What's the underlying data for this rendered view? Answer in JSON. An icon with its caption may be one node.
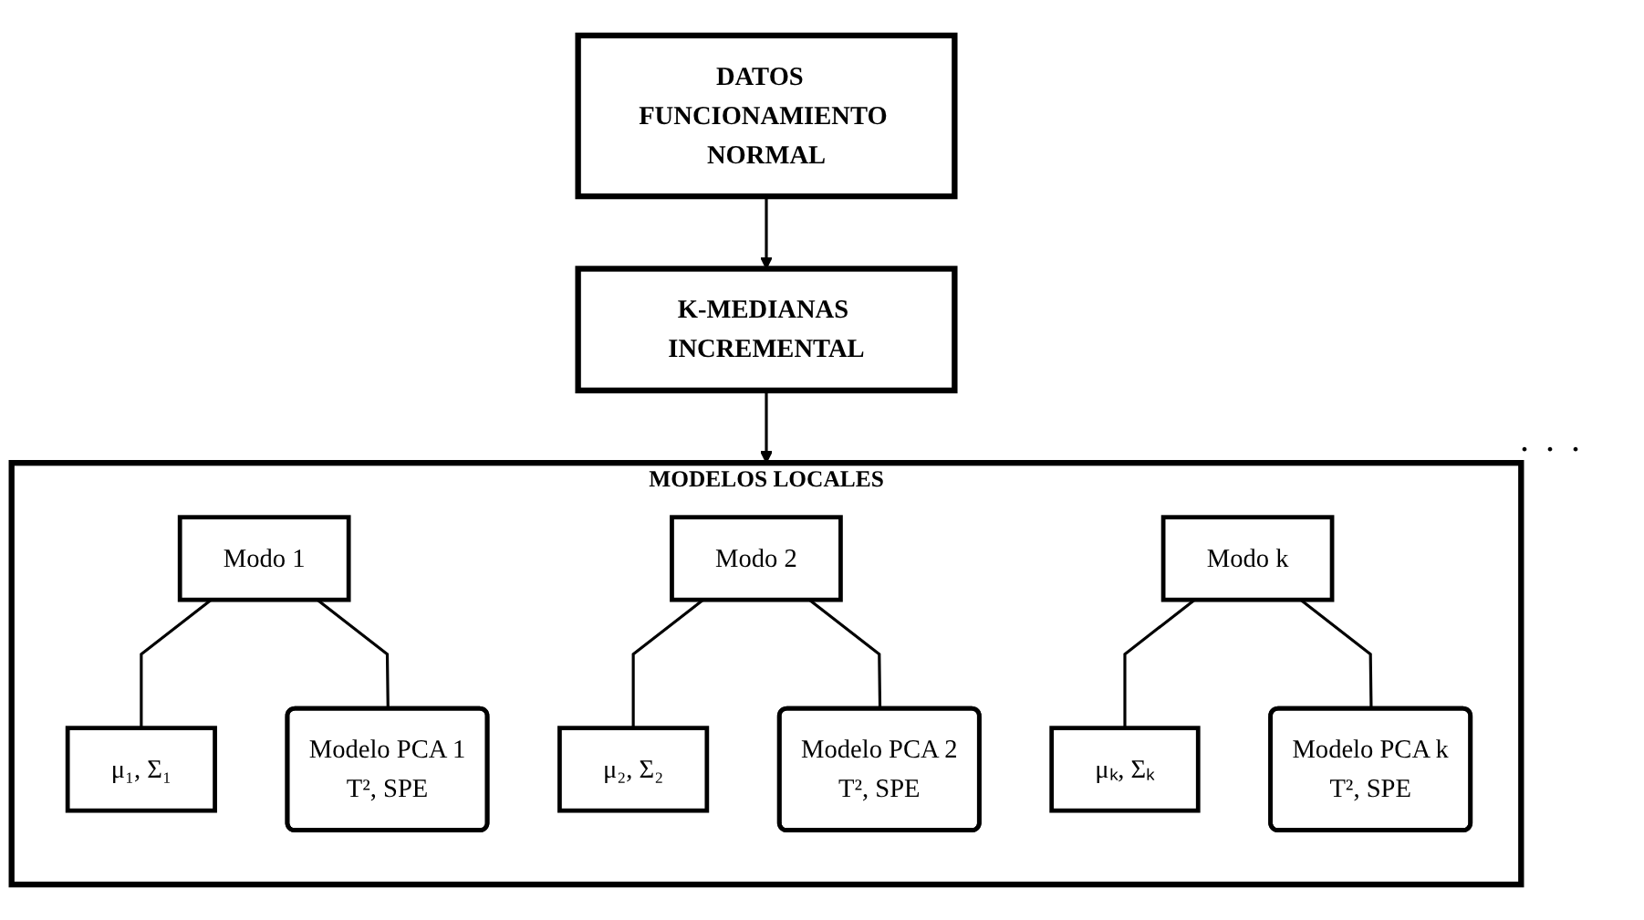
{
  "diagram": {
    "nodes": [
      {
        "text": [
          "DATOS  FUNCIONAMIENTO NORMAL"
        ]
      },
      {
        "text": [
          "K-MEDIANAS INCREMENTAL"
        ]
      },
      {
        "text": [
          "MODELOS LOCALES"
        ]
      },
      {
        "text": [
          "Modo 1"
        ],
        "in": 2
      },
      {
        "text": [
          "μ₁, Σ₁"
        ],
        "in": 2
      },
      {
        "text": [
          "Modelo PCA 1",
          "T², SPE"
        ],
        "in": 2
      },
      {
        "text": [
          "Modo 2"
        ],
        "in": 2
      },
      {
        "text": [
          "μ₂, Σ₂"
        ],
        "in": 2
      },
      {
        "text": [
          "Modelo PCA 2",
          "T², SPE"
        ],
        "in": 2
      },
      {
        "text": [
          "Modo k"
        ],
        "in": 2
      },
      {
        "text": [
          "μₖ, Σₖ"
        ],
        "in": 2
      },
      {
        "text": [
          "Modelo PCA k",
          "T², SPE"
        ],
        "in": 2
      }
    ],
    "edges": [
      {
        "from": 0,
        "to": 1,
        "arrow": "to"
      },
      {
        "from": 1,
        "to": 2,
        "arrow": "to"
      },
      {
        "from": 3,
        "to": 4,
        "arrow": "none"
      },
      {
        "from": 3,
        "to": 5,
        "arrow": "none"
      },
      {
        "from": 6,
        "to": 7,
        "arrow": "none"
      },
      {
        "from": 6,
        "to": 8,
        "arrow": "none"
      },
      {
        "from": 9,
        "to": 10,
        "arrow": "none"
      },
      {
        "from": 9,
        "to": 11,
        "arrow": "none"
      }
    ],
    "labels": [
      ". . ."
    ]
  }
}
